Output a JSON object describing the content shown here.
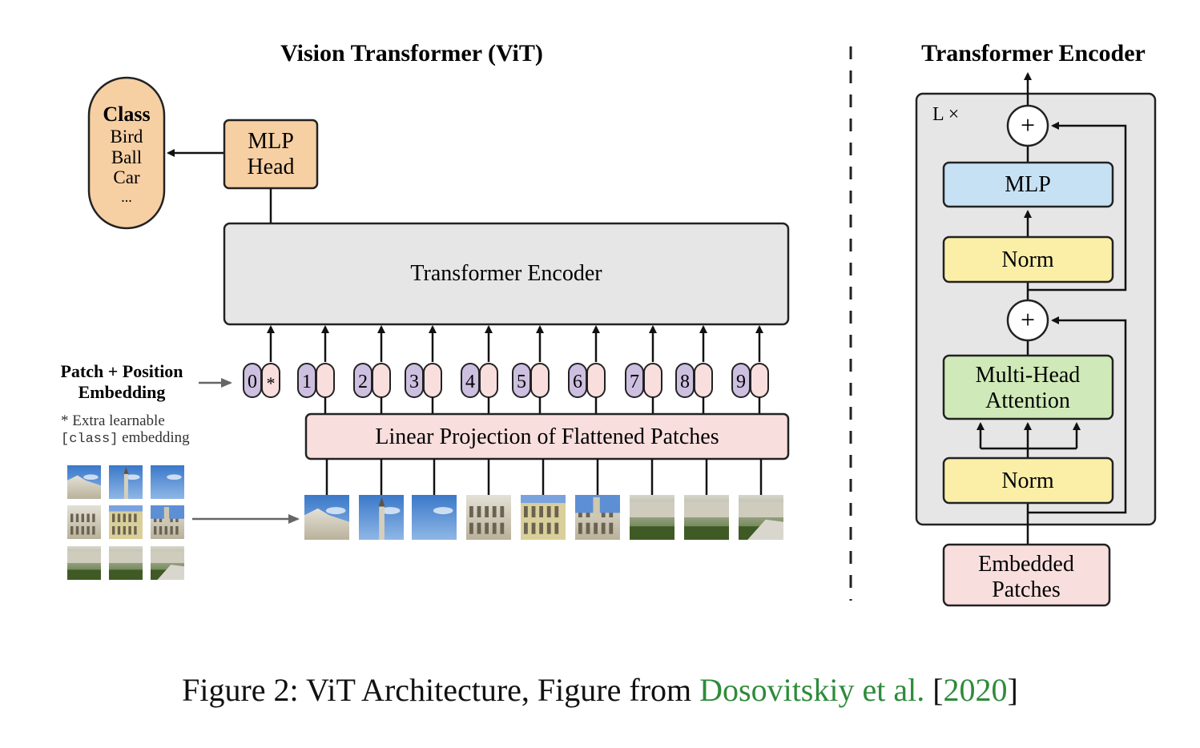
{
  "vit": {
    "title": "Vision Transformer (ViT)",
    "class_box": {
      "heading": "Class",
      "items": [
        "Bird",
        "Ball",
        "Car",
        "..."
      ]
    },
    "mlp_head": {
      "line1": "MLP",
      "line2": "Head"
    },
    "encoder_label": "Transformer Encoder",
    "embedding_label": {
      "line1": "Patch + Position",
      "line2": "Embedding"
    },
    "extra_note": {
      "line1": "* Extra learnable",
      "line2_mono": "[class]",
      "line2_rest": " embedding"
    },
    "tokens": [
      "0",
      "1",
      "2",
      "3",
      "4",
      "5",
      "6",
      "7",
      "8",
      "9"
    ],
    "class_token_mark": "*",
    "linear_projection": "Linear Projection of Flattened Patches"
  },
  "encoder_detail": {
    "title": "Transformer Encoder",
    "repeat_label": "L ×",
    "mlp": "MLP",
    "norm_top": "Norm",
    "attention": {
      "line1": "Multi-Head",
      "line2": "Attention"
    },
    "norm_bottom": "Norm",
    "plus": "+",
    "embedded_patches": {
      "line1": "Embedded",
      "line2": "Patches"
    }
  },
  "caption": {
    "prefix": "Figure 2: ViT Architecture, Figure from ",
    "citation_authors": "Dosovitskiy et al.",
    "bracket_open": " [",
    "citation_year": "2020",
    "bracket_close": "]"
  },
  "colors": {
    "class_fill": "#f6cfa3",
    "mlp_head_fill": "#f6cfa3",
    "encoder_fill": "#e6e6e6",
    "position_token_fill": "#cdbfe0",
    "patch_token_fill": "#f9dede",
    "projection_fill": "#f9dede",
    "mlp_fill": "#c7e1f4",
    "norm_fill": "#fbefa8",
    "attention_fill": "#cfeab8",
    "caption_link": "#2e8b3a"
  }
}
